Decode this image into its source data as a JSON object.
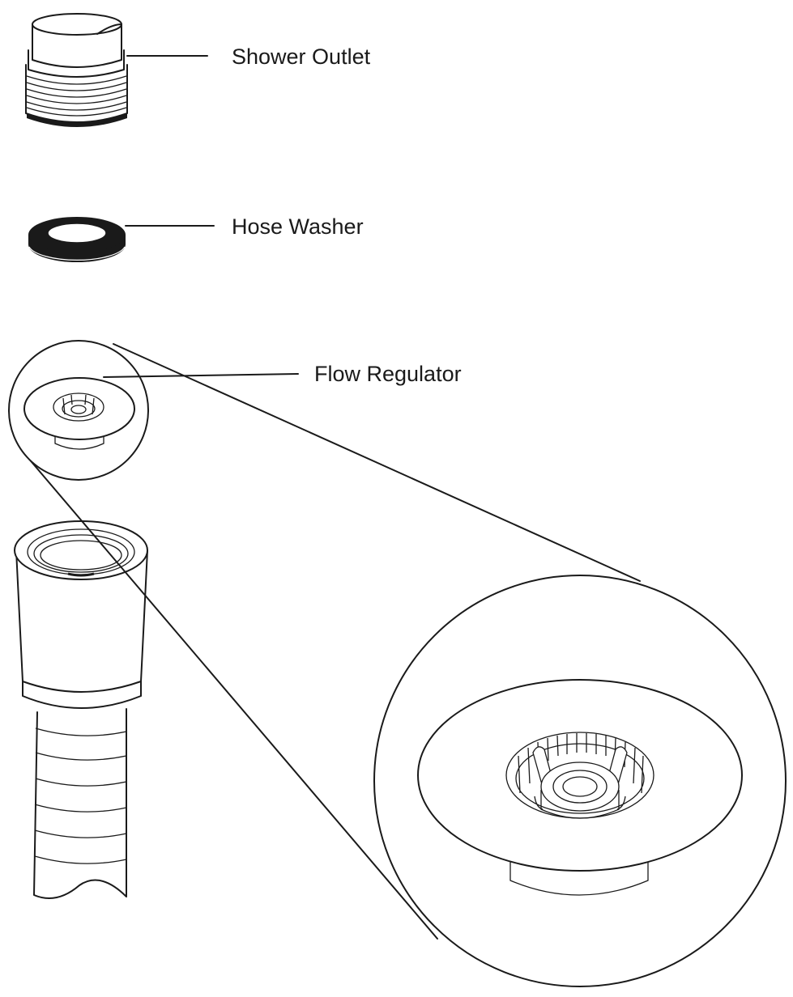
{
  "labels": {
    "shower_outlet": "Shower Outlet",
    "hose_washer": "Hose Washer",
    "flow_regulator": "Flow Regulator"
  },
  "colors": {
    "line": "#1a1a1a",
    "background": "#ffffff",
    "washer": "#1a1a1a"
  }
}
